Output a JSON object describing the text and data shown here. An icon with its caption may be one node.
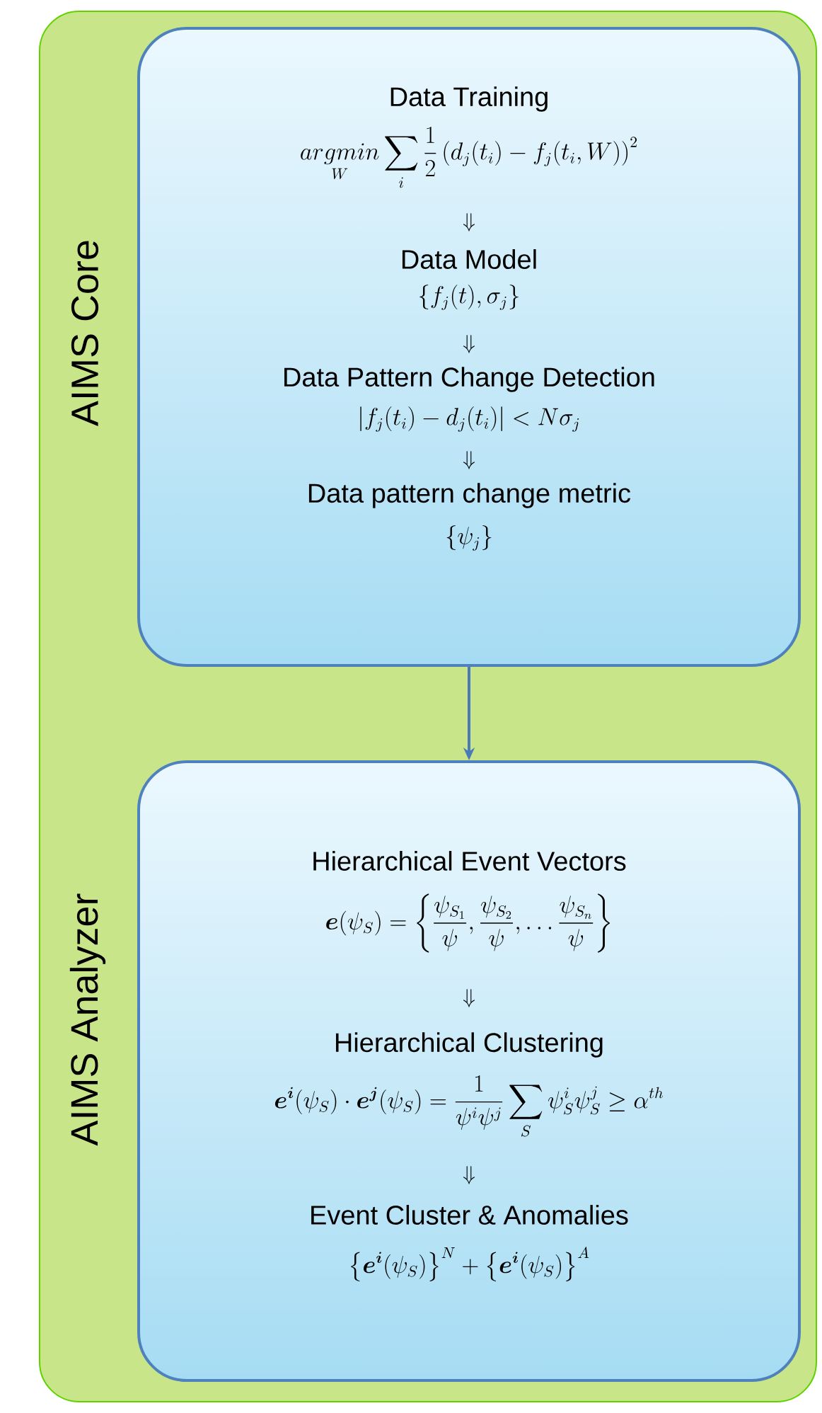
{
  "diagram": {
    "nodes": [
      {
        "text": [
          "AIMS Core",
          "AIMS Analyzer"
        ]
      },
      {
        "text": [
          "Data Training",
          "\\underset{W}{argmin}\\sum_{i}\\frac{1}{2}\\left(d_j(t_i)-f_j(t_i,W)\\right)^2",
          "\\Downarrow",
          "Data Model",
          "\\left\\{f_j(t),\\sigma_j\\right\\}",
          "\\Downarrow",
          "Data Pattern Change Detection",
          "\\left|f_j(t_i)-d_j(t_i)\\right|<N\\sigma_j",
          "\\Downarrow",
          "Data pattern change metric",
          "\\left\\{\\psi_j\\right\\}"
        ],
        "in": 0
      },
      {
        "text": [
          "Hierarchical Event Vectors",
          "\\boldsymbol{e}(\\psi_S)=\\left\\{\\frac{\\psi_{S_1}}{\\psi},\\frac{\\psi_{S_2}}{\\psi},\\dots\\frac{\\psi_{S_n}}{\\psi}\\right\\}",
          "\\Downarrow",
          "Hierarchical Clustering",
          "\\boldsymbol{e}^{\\boldsymbol{i}}(\\psi_S)\\cdot\\boldsymbol{e}^{\\boldsymbol{j}}(\\psi_S)=\\frac{1}{\\psi^i\\psi^j}\\sum_{S}\\psi_S^i\\psi_S^j\\geq\\alpha^{th}",
          "\\Downarrow",
          "Event Cluster & Anomalies",
          "\\left\\{\\boldsymbol{e}^{\\boldsymbol{i}}(\\psi_S)\\right\\}^N+\\left\\{\\boldsymbol{e}^{\\boldsymbol{i}}(\\psi_S)\\right\\}^A"
        ],
        "in": 0
      }
    ],
    "edges": [
      {
        "from": 1,
        "to": 2,
        "arrow": "to"
      }
    ]
  }
}
